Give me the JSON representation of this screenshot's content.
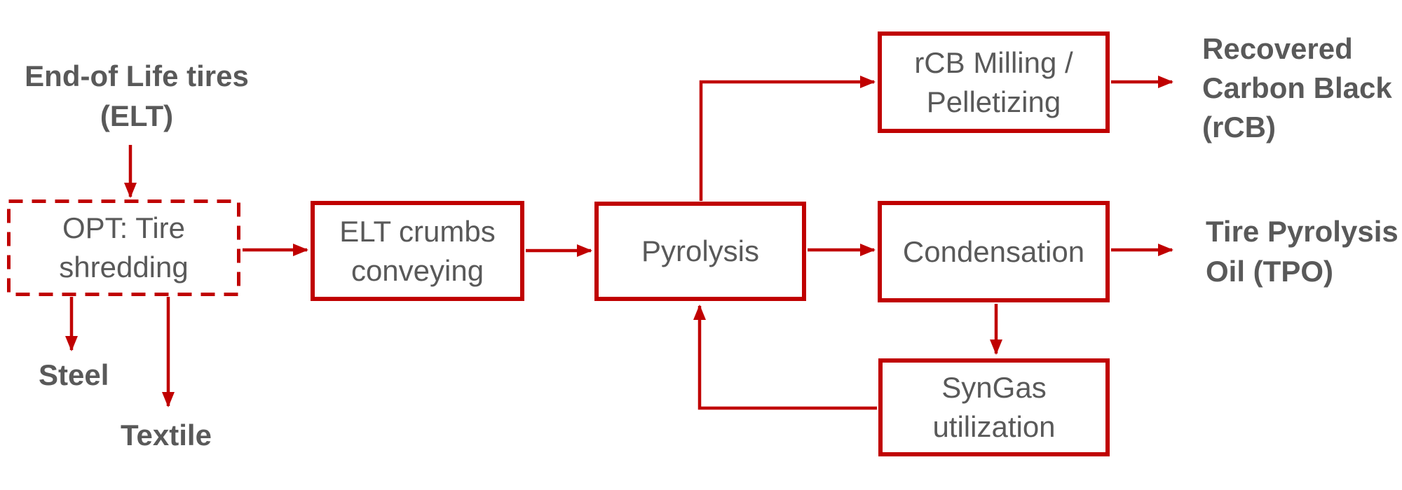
{
  "colors": {
    "accent": "#C00000",
    "text": "#595959",
    "background": "#FFFFFF"
  },
  "nodes": {
    "opt": {
      "label": "OPT: Tire shredding",
      "lines": [
        "OPT: Tire",
        "shredding"
      ],
      "border": "dashed"
    },
    "crumbs": {
      "label": "ELT crumbs conveying",
      "lines": [
        "ELT crumbs",
        "conveying"
      ],
      "border": "solid"
    },
    "pyrolysis": {
      "label": "Pyrolysis",
      "lines": [
        "Pyrolysis"
      ],
      "border": "solid"
    },
    "rcb_mill": {
      "label": "rCB Milling / Pelletizing",
      "lines": [
        "rCB Milling /",
        "Pelletizing"
      ],
      "border": "solid"
    },
    "condensation": {
      "label": "Condensation",
      "lines": [
        "Condensation"
      ],
      "border": "solid"
    },
    "syngas": {
      "label": "SynGas utilization",
      "lines": [
        "SynGas",
        "utilization"
      ],
      "border": "solid"
    }
  },
  "labels": {
    "elt": {
      "label": "End-of Life tires (ELT)",
      "lines": [
        "End-of Life tires",
        "(ELT)"
      ]
    },
    "steel": {
      "text": "Steel"
    },
    "textile": {
      "text": "Textile"
    },
    "rcb": {
      "label": "Recovered Carbon Black (rCB)",
      "lines": [
        "Recovered",
        "Carbon Black",
        "(rCB)"
      ]
    },
    "tpo": {
      "label": "Tire Pyrolysis Oil (TPO)",
      "lines": [
        "Tire Pyrolysis",
        "Oil (TPO)"
      ]
    }
  },
  "edges": [
    {
      "from": "End-of Life tires (ELT)",
      "to": "OPT: Tire shredding"
    },
    {
      "from": "OPT: Tire shredding",
      "to": "Steel"
    },
    {
      "from": "OPT: Tire shredding",
      "to": "Textile"
    },
    {
      "from": "OPT: Tire shredding",
      "to": "ELT crumbs conveying"
    },
    {
      "from": "ELT crumbs conveying",
      "to": "Pyrolysis"
    },
    {
      "from": "Pyrolysis",
      "to": "rCB Milling / Pelletizing"
    },
    {
      "from": "rCB Milling / Pelletizing",
      "to": "Recovered Carbon Black (rCB)"
    },
    {
      "from": "Pyrolysis",
      "to": "Condensation"
    },
    {
      "from": "Condensation",
      "to": "Tire Pyrolysis Oil (TPO)"
    },
    {
      "from": "Condensation",
      "to": "SynGas utilization"
    },
    {
      "from": "SynGas utilization",
      "to": "Pyrolysis"
    }
  ]
}
